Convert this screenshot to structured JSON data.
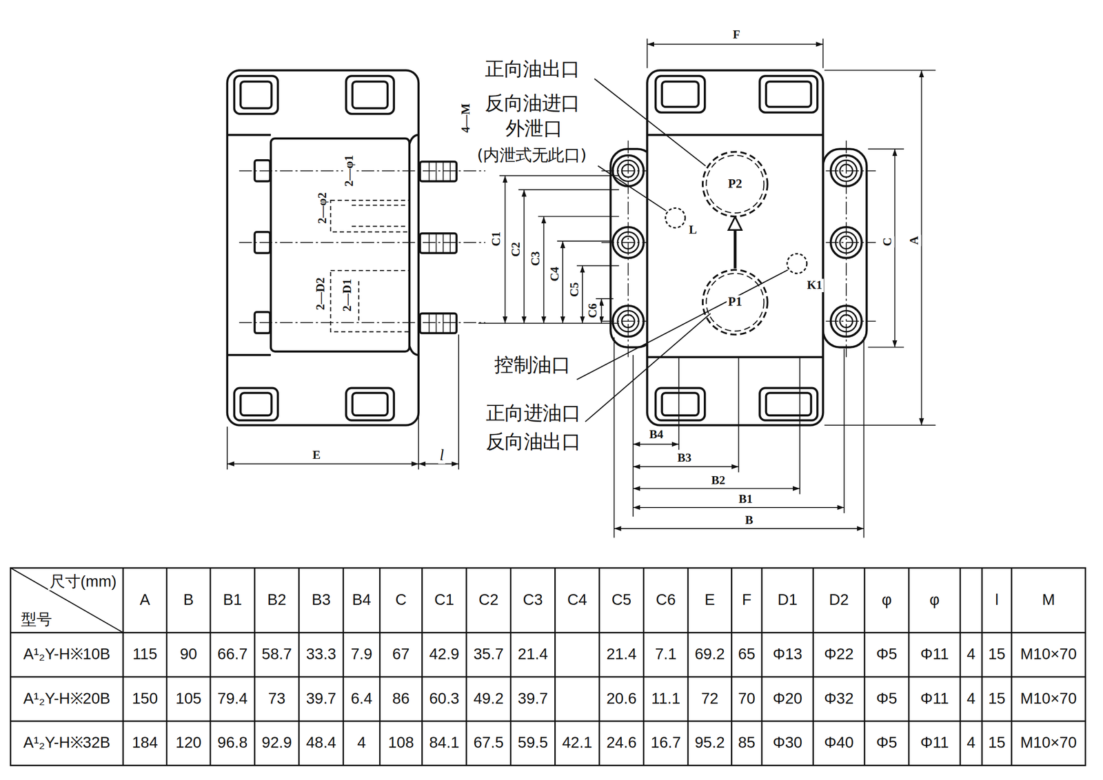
{
  "diagram": {
    "nodes": [
      {
        "text": [
          "P2"
        ]
      },
      {
        "text": [
          "P1"
        ]
      }
    ],
    "edges": [
      {
        "from": 1,
        "to": 0,
        "arrow": "to"
      }
    ],
    "labels": [
      "正向油出口",
      "反向油进口",
      "外泄口",
      "(内泄式无此口)",
      "控制油口",
      "正向进油口",
      "反向油出口",
      "F",
      "A",
      "C",
      "L",
      "K1",
      "C1",
      "C2",
      "C3",
      "C4",
      "C5",
      "C6",
      "B4",
      "B3",
      "B2",
      "B1",
      "B",
      "E",
      "l",
      "4—M",
      "2—φ1",
      "2—φ2",
      "2—D2",
      "2—D1",
      "尺寸(mm)",
      "型号",
      "A",
      "B",
      "B1",
      "B2",
      "B3",
      "B4",
      "C",
      "C1",
      "C2",
      "C3",
      "C4",
      "C5",
      "C6",
      "E",
      "F",
      "D1",
      "D2",
      "φ",
      "φ",
      "l",
      "M",
      "A¹₂Y-H※10B",
      "115",
      "90",
      "66.7",
      "58.7",
      "33.3",
      "7.9",
      "67",
      "42.9",
      "35.7",
      "21.4",
      "21.4",
      "7.1",
      "69.2",
      "65",
      "Φ13",
      "Φ22",
      "Φ5",
      "Φ11",
      "4",
      "15",
      "M10×70",
      "A¹₂Y-H※20B",
      "150",
      "105",
      "79.4",
      "73",
      "39.7",
      "6.4",
      "86",
      "60.3",
      "49.2",
      "39.7",
      "20.6",
      "11.1",
      "72",
      "70",
      "Φ20",
      "Φ32",
      "Φ5",
      "Φ11",
      "4",
      "15",
      "M10×70",
      "A¹₂Y-H※32B",
      "184",
      "120",
      "96.8",
      "92.9",
      "48.4",
      "4",
      "108",
      "84.1",
      "67.5",
      "59.5",
      "42.1",
      "24.6",
      "16.7",
      "95.2",
      "85",
      "Φ30",
      "Φ40",
      "Φ5",
      "Φ11",
      "4",
      "15",
      "M10×70"
    ]
  }
}
